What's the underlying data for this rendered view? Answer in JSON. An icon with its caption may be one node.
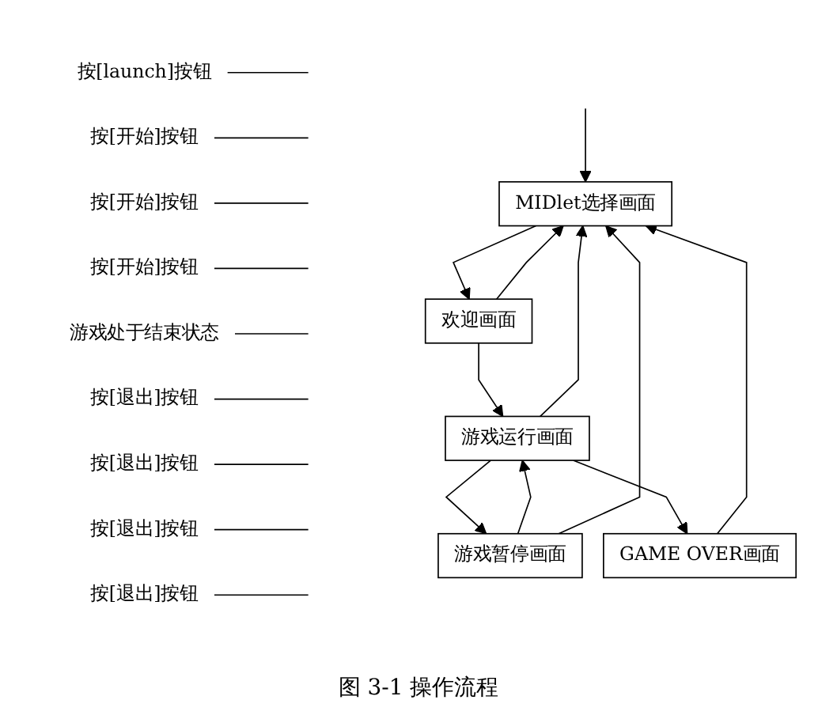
{
  "diagram": {
    "caption": "图 3-1 操作流程",
    "nodes": [
      {
        "text": [
          "MIDlet选择画面"
        ]
      },
      {
        "text": [
          "按[退出]按钮"
        ]
      },
      {
        "text": [
          "按[退出]按钮"
        ]
      },
      {
        "text": [
          "按[launch]按钮"
        ]
      },
      {
        "text": [
          "欢迎画面"
        ]
      },
      {
        "text": [
          "按[开始]按钮"
        ]
      },
      {
        "text": [
          "按[退出]按钮"
        ]
      },
      {
        "text": [
          "按[开始]按钮"
        ]
      },
      {
        "text": [
          "按[退出]按钮"
        ]
      },
      {
        "text": [
          "游戏运行画面"
        ]
      },
      {
        "text": [
          "游戏暂停画面"
        ]
      },
      {
        "text": [
          "GAME OVER画面"
        ]
      },
      {
        "text": [
          "游戏处于结束状态"
        ]
      },
      {
        "text": [
          "按[开始]按钮"
        ]
      }
    ],
    "edges": [
      {
        "from": null,
        "to": 0,
        "arrow": "to"
      },
      {
        "from": 0,
        "to": 4,
        "arrow": "to"
      },
      {
        "from": 3,
        "to": null,
        "arrow": "none"
      },
      {
        "from": 4,
        "to": 9,
        "arrow": "to"
      },
      {
        "from": 7,
        "to": null,
        "arrow": "none"
      },
      {
        "from": 10,
        "to": 9,
        "arrow": "to"
      },
      {
        "from": 5,
        "to": null,
        "arrow": "none"
      },
      {
        "from": 9,
        "to": 10,
        "arrow": "to"
      },
      {
        "from": 13,
        "to": null,
        "arrow": "none"
      },
      {
        "from": 9,
        "to": 11,
        "arrow": "to"
      },
      {
        "from": 12,
        "to": null,
        "arrow": "none"
      },
      {
        "from": 10,
        "to": 0,
        "arrow": "to"
      },
      {
        "from": 1,
        "to": null,
        "arrow": "none"
      },
      {
        "from": 11,
        "to": 0,
        "arrow": "to"
      },
      {
        "from": 8,
        "to": null,
        "arrow": "none"
      },
      {
        "from": 4,
        "to": 0,
        "arrow": "to"
      },
      {
        "from": 2,
        "to": null,
        "arrow": "none"
      },
      {
        "from": 9,
        "to": 0,
        "arrow": "to"
      },
      {
        "from": 6,
        "to": null,
        "arrow": "none"
      }
    ]
  }
}
